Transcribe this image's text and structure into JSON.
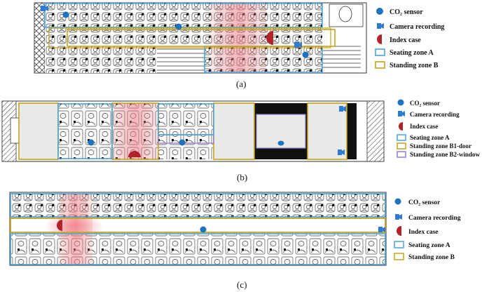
{
  "colors": {
    "co2": "#1e73be",
    "camera": "#2e7bd0",
    "index": "#b0232a",
    "seating": "#4aa3d8",
    "standing": "#c8a21a",
    "standing_b2": "#8f7fd0",
    "plume": "#f07a82",
    "floor": "#e9e9e9",
    "dark": "#111111"
  },
  "panels": [
    {
      "caption": "(a)",
      "legend": [
        {
          "key": "co2",
          "label": "CO₂ sensor",
          "icon": "co2-sensor-icon"
        },
        {
          "key": "camera",
          "label": "Camera recording",
          "icon": "camera-recording-icon"
        },
        {
          "key": "index",
          "label": "Index case",
          "icon": "index-case-icon"
        },
        {
          "key": "seating",
          "label": "Seating zone A",
          "icon": "seating-zone-icon"
        },
        {
          "key": "standing",
          "label": "Standing zone B",
          "icon": "standing-zone-icon"
        }
      ]
    },
    {
      "caption": "(b)",
      "legend": [
        {
          "key": "co2",
          "label": "CO₂ sensor",
          "icon": "co2-sensor-icon"
        },
        {
          "key": "camera",
          "label": "Camera recording",
          "icon": "camera-recording-icon"
        },
        {
          "key": "index",
          "label": "Index case",
          "icon": "index-case-icon"
        },
        {
          "key": "seating",
          "label": "Seating zone A",
          "icon": "seating-zone-icon"
        },
        {
          "key": "standing",
          "label": "Standing zone B1-door",
          "icon": "standing-zone-icon"
        },
        {
          "key": "standing_b2",
          "label": "Standing zone B2-window",
          "icon": "standing-zone-b2-icon"
        }
      ]
    },
    {
      "caption": "(c)",
      "legend": [
        {
          "key": "co2",
          "label": "CO₂ sensor",
          "icon": "co2-sensor-icon"
        },
        {
          "key": "camera",
          "label": "Camera recording",
          "icon": "camera-recording-icon"
        },
        {
          "key": "index",
          "label": "Index case",
          "icon": "index-case-icon"
        },
        {
          "key": "seating",
          "label": "Seating zone A",
          "icon": "seating-zone-icon"
        },
        {
          "key": "standing",
          "label": "Standing zone B",
          "icon": "standing-zone-icon"
        }
      ]
    }
  ]
}
